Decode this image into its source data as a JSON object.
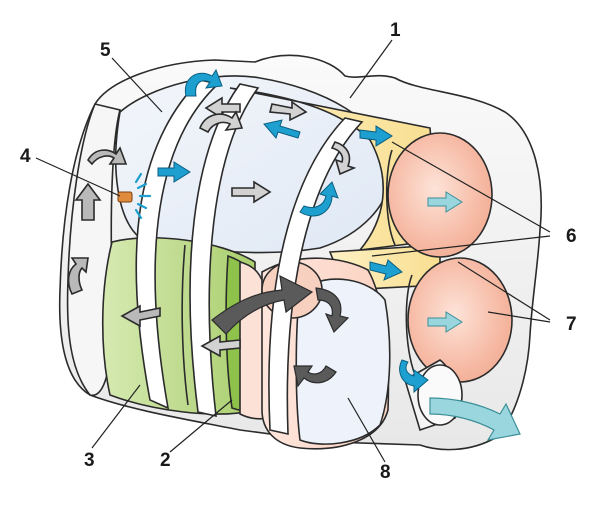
{
  "diagram": {
    "callouts": [
      "1",
      "2",
      "3",
      "4",
      "5",
      "6",
      "7",
      "8"
    ],
    "colors": {
      "shell": "#f2f2f2",
      "flow_top": "#e6eef8",
      "filter_green": "#bcd98a",
      "filter_green_dark": "#8fc24a",
      "cell_pink": "#f6b9a3",
      "duct_yellow": "#fbe7a3",
      "arrow_blue": "#1d9fd0",
      "arrow_teal": "#9ad6dd",
      "arrow_grey": "#b9b9b9",
      "arrow_dark": "#5a5a5a",
      "valve_orange": "#e08a3c"
    },
    "icons": [
      "flow-arrow-blue",
      "flow-arrow-grey",
      "flow-arrow-dark",
      "spray-nozzle-icon",
      "outlet-arrow-teal"
    ]
  }
}
